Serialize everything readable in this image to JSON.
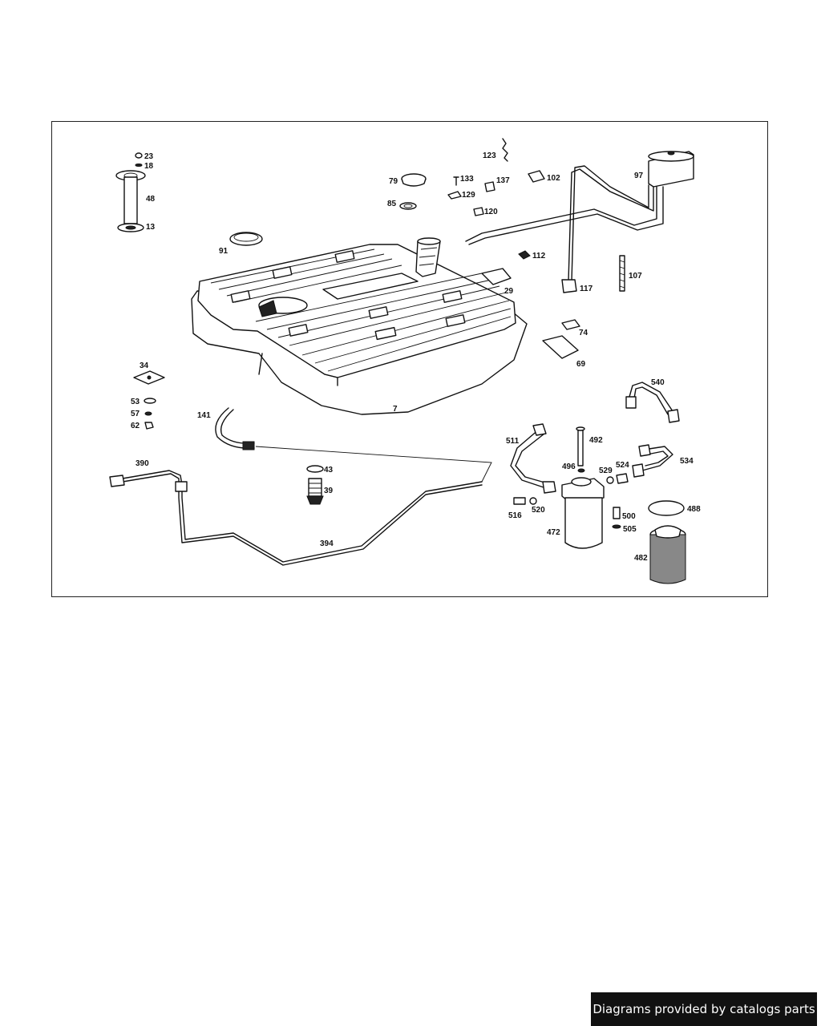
{
  "diagram": {
    "part_labels": {
      "p23": "23",
      "p18": "18",
      "p48": "48",
      "p13": "13",
      "p91": "91",
      "p79": "79",
      "p85": "85",
      "p133": "133",
      "p129": "129",
      "p137": "137",
      "p120": "120",
      "p123": "123",
      "p102": "102",
      "p97": "97",
      "p112": "112",
      "p29": "29",
      "p117": "117",
      "p107": "107",
      "p74": "74",
      "p69": "69",
      "p34": "34",
      "p53": "53",
      "p57": "57",
      "p62": "62",
      "p7": "7",
      "p141": "141",
      "p540": "540",
      "p511": "511",
      "p492": "492",
      "p496": "496",
      "p529": "529",
      "p524": "524",
      "p534": "534",
      "p390": "390",
      "p43": "43",
      "p39": "39",
      "p516": "516",
      "p520": "520",
      "p500": "500",
      "p488": "488",
      "p472": "472",
      "p505": "505",
      "p394": "394",
      "p482": "482"
    }
  },
  "footer": {
    "text": "Diagrams provided by catalogs parts"
  }
}
